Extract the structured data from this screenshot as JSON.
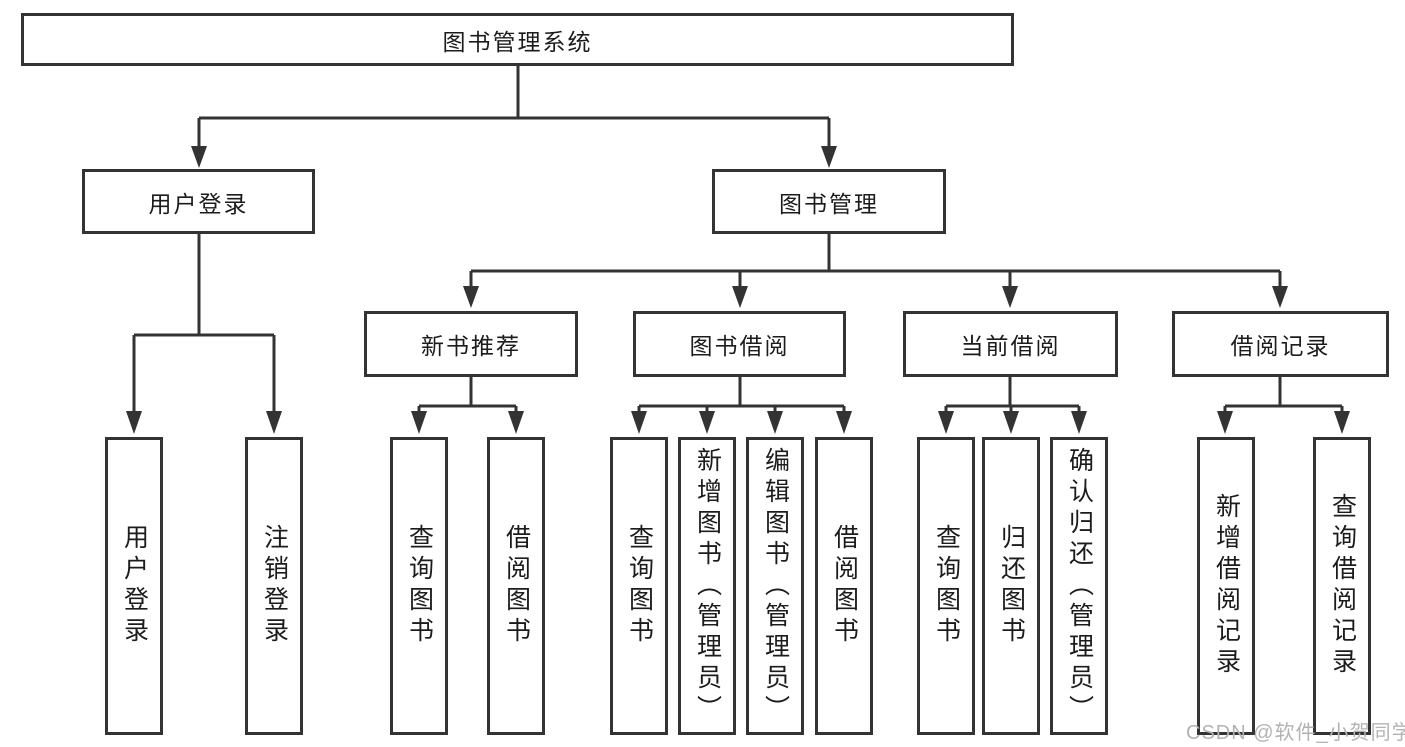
{
  "diagram": {
    "root": "图书管理系统",
    "level2": [
      {
        "label": "用户登录"
      },
      {
        "label": "图书管理"
      }
    ],
    "level3": [
      {
        "label": "新书推荐"
      },
      {
        "label": "图书借阅"
      },
      {
        "label": "当前借阅"
      },
      {
        "label": "借阅记录"
      }
    ],
    "leaves": {
      "userLogin": [
        "用户登录",
        "注销登录"
      ],
      "newBookRec": [
        "查询图书",
        "借阅图书"
      ],
      "bookBorrow": [
        "查询图书",
        "新增图书（管理员）",
        "编辑图书（管理员）",
        "借阅图书"
      ],
      "currentBorrow": [
        "查询图书",
        "归还图书",
        "确认归还（管理员）"
      ],
      "borrowRecords": [
        "新增借阅记录",
        "查询借阅记录"
      ]
    },
    "colors": {
      "line": "#333333",
      "box_border": "#333333",
      "text": "#1c1c1c"
    }
  },
  "watermark": {
    "text": "CSDN @软件_小贺同学",
    "color": "#b3b3b3"
  }
}
